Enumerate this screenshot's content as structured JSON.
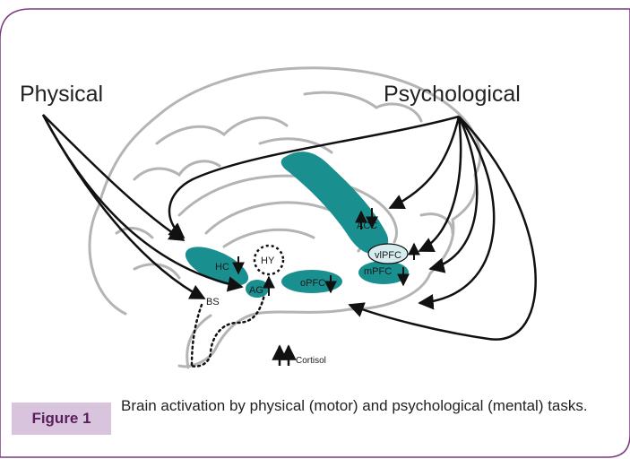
{
  "figure": {
    "tag": "Figure 1",
    "caption": "Brain activation by physical (motor) and psychological (mental) tasks."
  },
  "diagram": {
    "left_heading": "Physical",
    "right_heading": "Psychological",
    "regions": {
      "acc": "ACC",
      "vlpfc": "vlPFC",
      "mpfc": "mPFC",
      "opfc": "oPFC",
      "hc": "HC",
      "ag": "AG",
      "hy": "HY",
      "bs": "BS"
    },
    "cortisol": "Cortisol",
    "colors": {
      "region_fill": "#1a8f8f",
      "vlpfc_fill": "#d6ecee",
      "brain_outline": "#b4b4b4",
      "frame": "#7a3b7e",
      "tag_background": "#d9c4de"
    }
  }
}
